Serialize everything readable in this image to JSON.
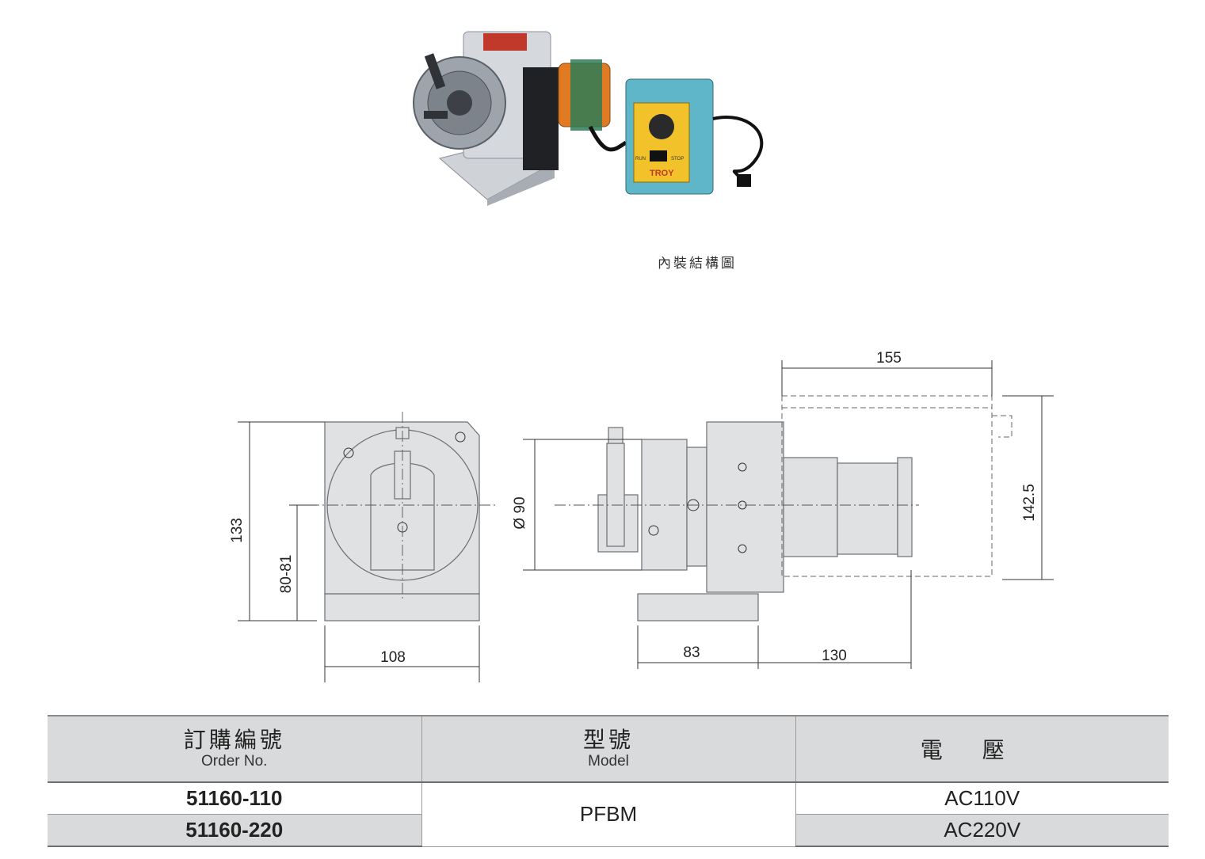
{
  "photo": {
    "chuck_brand": "TROY",
    "controller_labels": {
      "run": "RUN",
      "stop": "STOP"
    }
  },
  "caption": "內裝結構圖",
  "drawing": {
    "dim_height_overall": "133",
    "dim_center_height": "80-81",
    "dim_width_base": "108",
    "dim_diameter": "Ø 90",
    "dim_motor_length": "155",
    "dim_motor_height": "142.5",
    "dim_base_length": "83",
    "dim_motor_offset": "130"
  },
  "table": {
    "headers": {
      "order_zh": "訂購編號",
      "order_en": "Order No.",
      "model_zh": "型號",
      "model_en": "Model",
      "voltage_zh": "電壓"
    },
    "rows": [
      {
        "order": "51160-110",
        "voltage": "AC110V"
      },
      {
        "order": "51160-220",
        "voltage": "AC220V"
      }
    ],
    "model": "PFBM"
  }
}
